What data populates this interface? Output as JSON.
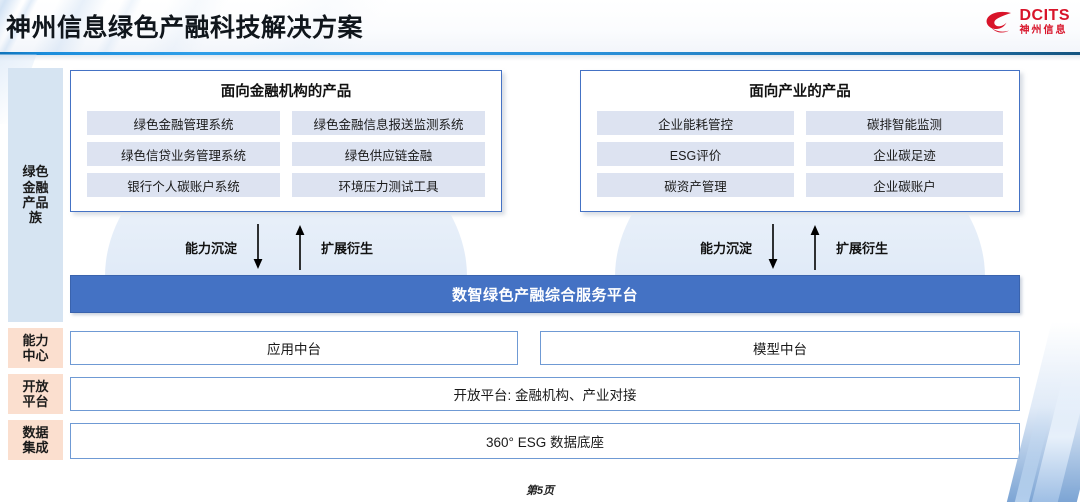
{
  "header": {
    "title": "神州信息绿色产融科技解决方案",
    "logo": {
      "en": "DCITS",
      "cn": "神州信息",
      "color": "#d8142a",
      "mark": "swirl-logo-icon"
    }
  },
  "colors": {
    "accent_blue": "#4472c4",
    "rule_blue": "#2a93dd",
    "rail_blue_bg": "#d6e4f2",
    "rail_orange_bg": "#fbdfcf",
    "chip_bg": "#dde3f1",
    "box_border": "#4472c4",
    "row_border": "#6f9ad4",
    "brand_red": "#d8142a"
  },
  "rail": {
    "items": [
      {
        "label": "绿色\n金融\n产品\n族",
        "name": "green-finance-product-family",
        "tone": "blue"
      },
      {
        "label": "能力\n中心",
        "name": "capability-center",
        "tone": "orange"
      },
      {
        "label": "开放\n平台",
        "name": "open-platform",
        "tone": "orange"
      },
      {
        "label": "数据\n集成",
        "name": "data-integration",
        "tone": "orange"
      }
    ]
  },
  "product_groups": [
    {
      "title": "面向金融机构的产品",
      "items": [
        "绿色金融管理系统",
        "绿色金融信息报送监测系统",
        "绿色信贷业务管理系统",
        "绿色供应链金融",
        "银行个人碳账户系统",
        "环境压力测试工具"
      ]
    },
    {
      "title": "面向产业的产品",
      "items": [
        "企业能耗管控",
        "碳排智能监测",
        "ESG评价",
        "企业碳足迹",
        "碳资产管理",
        "企业碳账户"
      ]
    }
  ],
  "flows": [
    {
      "down_label": "能力沉淀",
      "up_label": "扩展衍生"
    },
    {
      "down_label": "能力沉淀",
      "up_label": "扩展衍生"
    }
  ],
  "platform": {
    "label": "数智绿色产融综合服务平台"
  },
  "capability_rows": [
    {
      "label": "应用中台"
    },
    {
      "label": "模型中台"
    }
  ],
  "open_platform_row": {
    "label": "开放平台: 金融机构、产业对接"
  },
  "data_row": {
    "label": "360° ESG 数据底座"
  },
  "footer": {
    "page": "第5页"
  }
}
